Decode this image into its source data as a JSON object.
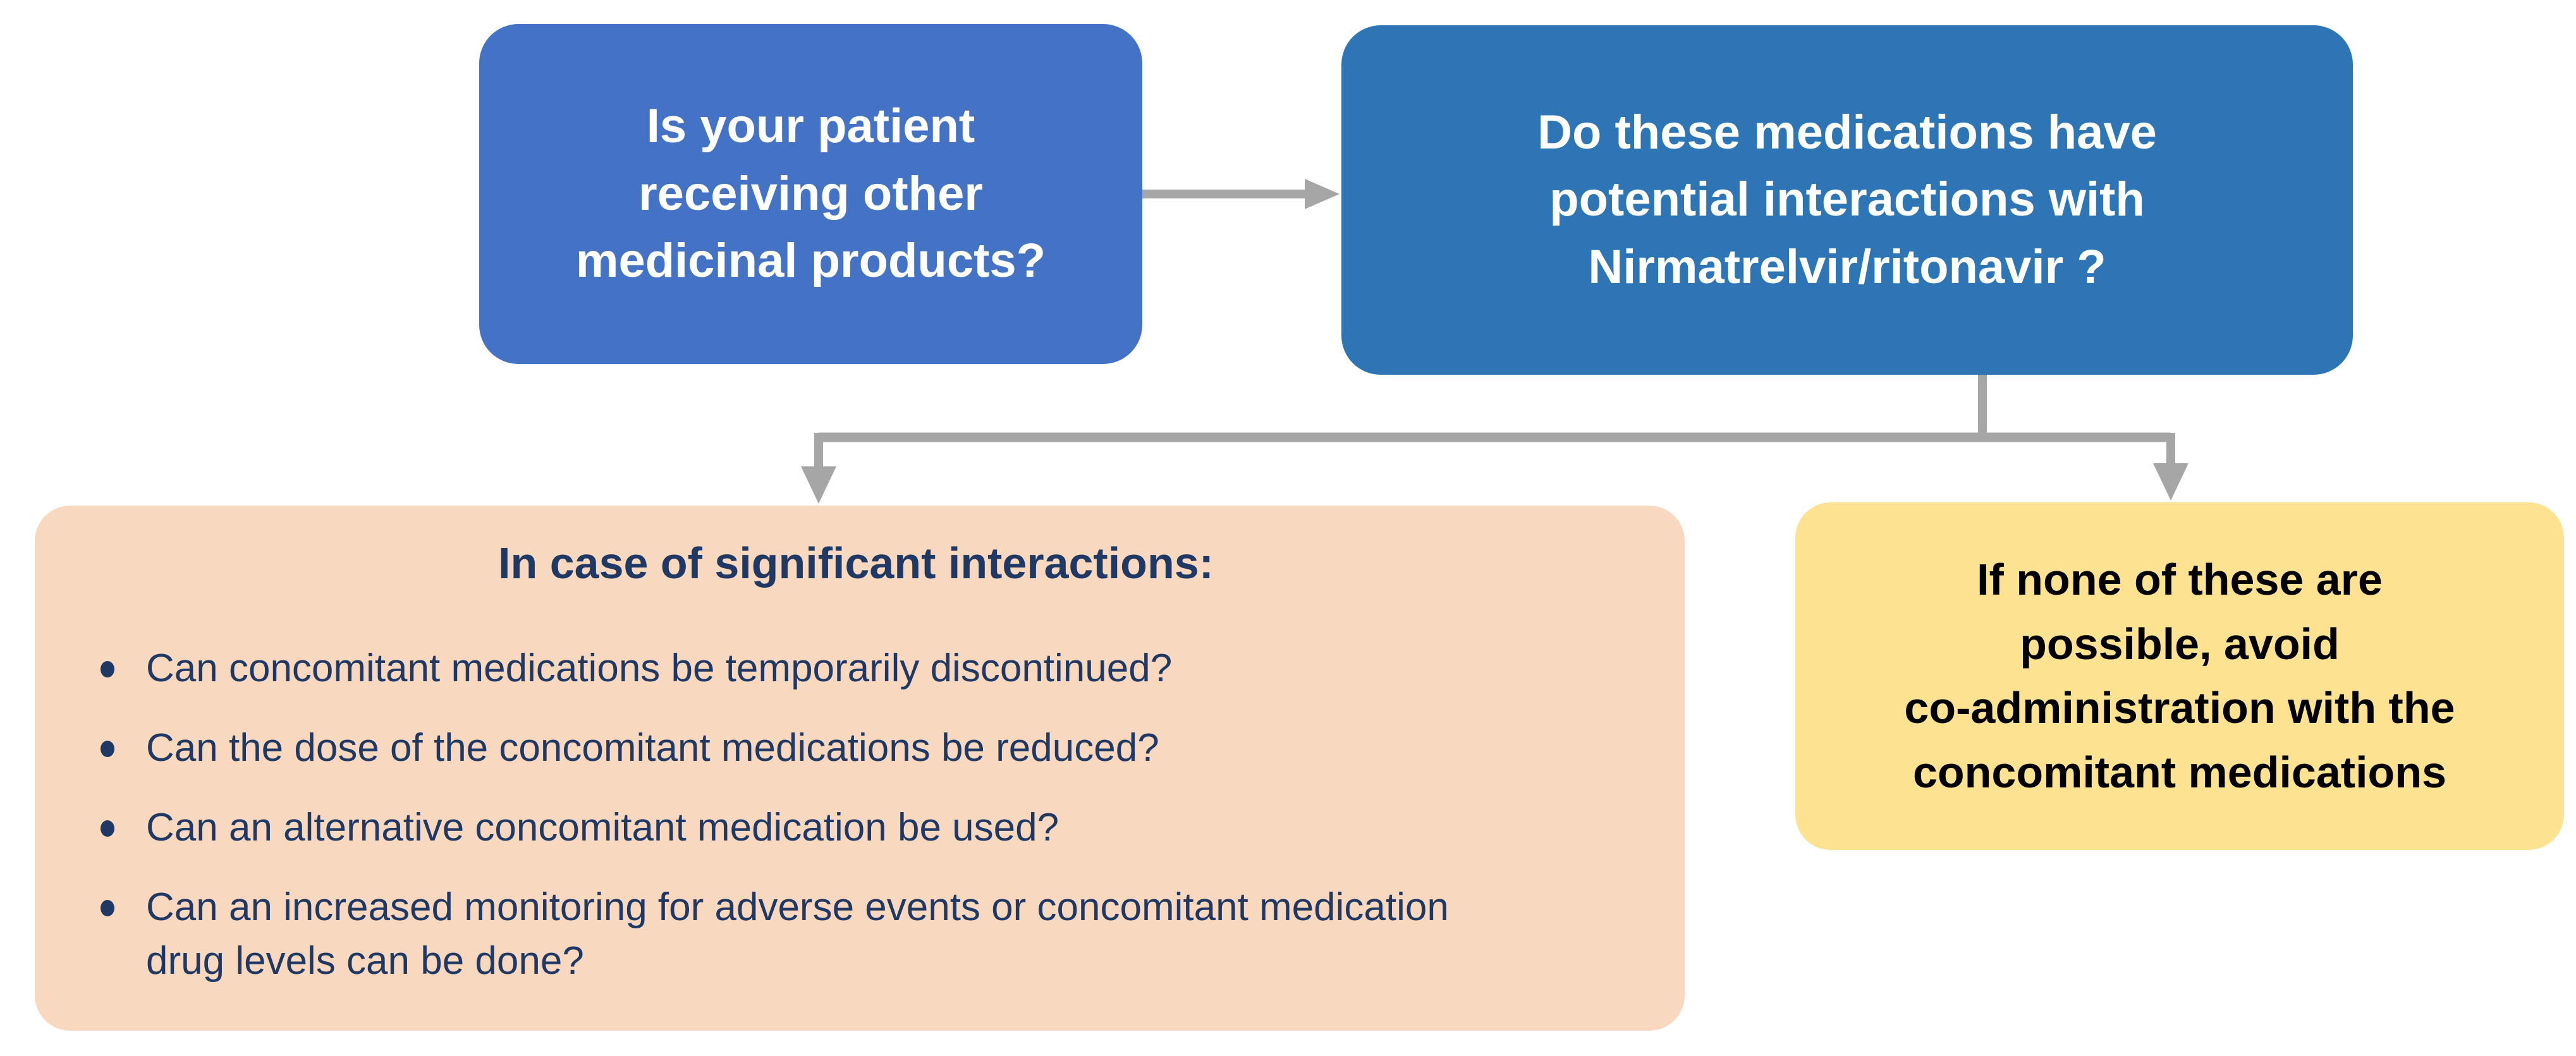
{
  "colors": {
    "box1_bg": "#4472C4",
    "box2_bg": "#2E75B6",
    "interactions_bg": "#F8D9C0",
    "avoid_bg": "#FCE291",
    "arrow": "#A6A6A6",
    "navy_text": "#1F3864",
    "question_text": "#FFFFFF",
    "avoid_text": "#000000"
  },
  "flowchart": {
    "question1": {
      "lines": [
        "Is your patient",
        "receiving other",
        "medicinal products?"
      ]
    },
    "question2": {
      "lines": [
        "Do these medications have",
        "potential interactions with",
        "Nirmatrelvir/ritonavir ?"
      ]
    },
    "interactions": {
      "title": "In case of significant interactions:",
      "bullets": [
        "Can concomitant medications be temporarily discontinued?",
        "Can the dose of the concomitant medications be reduced?",
        "Can an alternative concomitant medication be used?",
        "Can an increased monitoring for adverse events or concomitant medication drug levels can be done?"
      ]
    },
    "avoid": {
      "lines": [
        "If none of these are",
        "possible, avoid",
        "co-administration with the",
        "concomitant medications"
      ]
    }
  }
}
